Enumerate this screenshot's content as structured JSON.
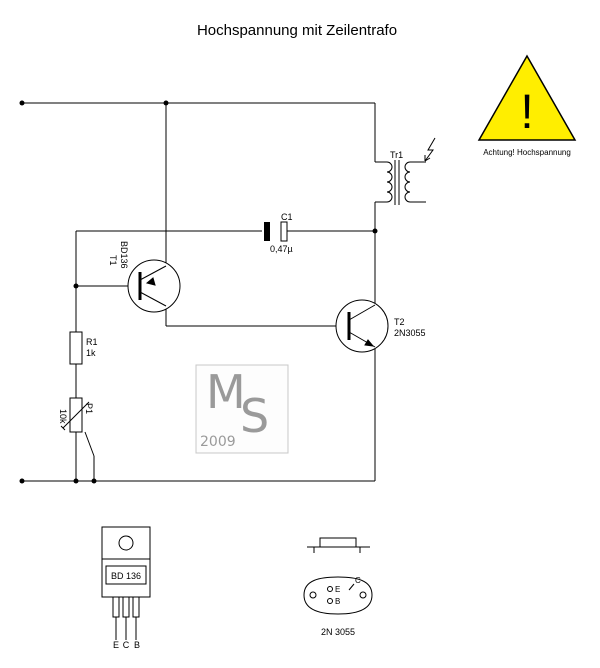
{
  "title": "Hochspannung mit Zeilentrafo",
  "warning": {
    "symbol": "!",
    "text": "Achtung! Hochspannung",
    "color": "#ffee00"
  },
  "components": {
    "tr1": {
      "ref": "Tr1"
    },
    "c1": {
      "ref": "C1",
      "value": "0,47µ"
    },
    "t1": {
      "ref": "T1",
      "type": "BD136"
    },
    "t2": {
      "ref": "T2",
      "type": "2N3055"
    },
    "r1": {
      "ref": "R1",
      "value": "1k"
    },
    "p1": {
      "ref": "P1",
      "value": "10k"
    }
  },
  "watermark": {
    "m": "M",
    "s": "S",
    "year": "2009"
  },
  "packages": {
    "bd136": {
      "label": "BD 136",
      "pins": [
        "E",
        "C",
        "B"
      ]
    },
    "n2n3055": {
      "label": "2N 3055",
      "pin_e": "E",
      "pin_b": "B",
      "pin_c": "C"
    }
  }
}
